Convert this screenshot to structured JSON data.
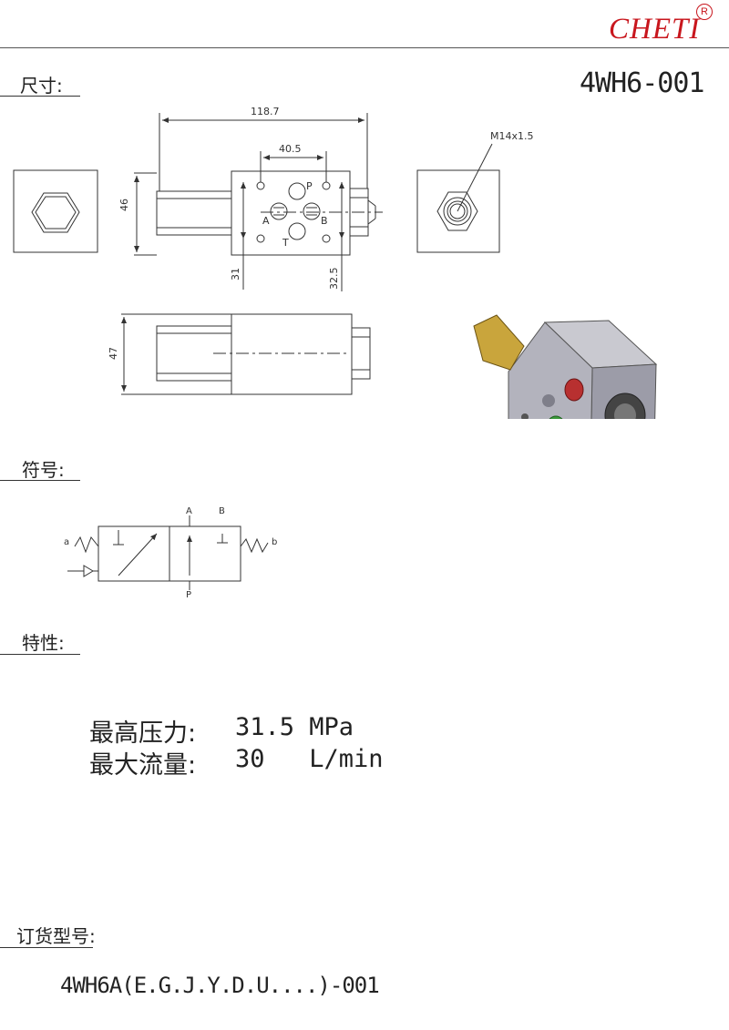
{
  "brand": {
    "name": "CHETI",
    "reg_mark": "R",
    "color": "#c8161d"
  },
  "model_code": "4WH6-001",
  "sections": {
    "dimensions": "尺寸:",
    "symbol": "符号:",
    "characteristics": "特性:",
    "ordering": "订货型号:"
  },
  "drawing": {
    "dim_length": "118.7",
    "dim_spacing": "40.5",
    "dim_height_front": "46",
    "dim_height_side": "47",
    "dim_left_offset": "31",
    "dim_right_offset": "32.5",
    "thread_label": "M14x1.5",
    "ports": {
      "p": "P",
      "a": "A",
      "b": "B",
      "t": "T"
    }
  },
  "symbol": {
    "a": "a",
    "b": "b",
    "port_a": "A",
    "port_b": "B",
    "port_p": "P"
  },
  "specs": [
    {
      "label": "最高压力:",
      "value": "31.5 MPa"
    },
    {
      "label": "最大流量:",
      "value": "30   L/min"
    }
  ],
  "order_code": "4WH6A(E.G.J.Y.D.U....)-001"
}
